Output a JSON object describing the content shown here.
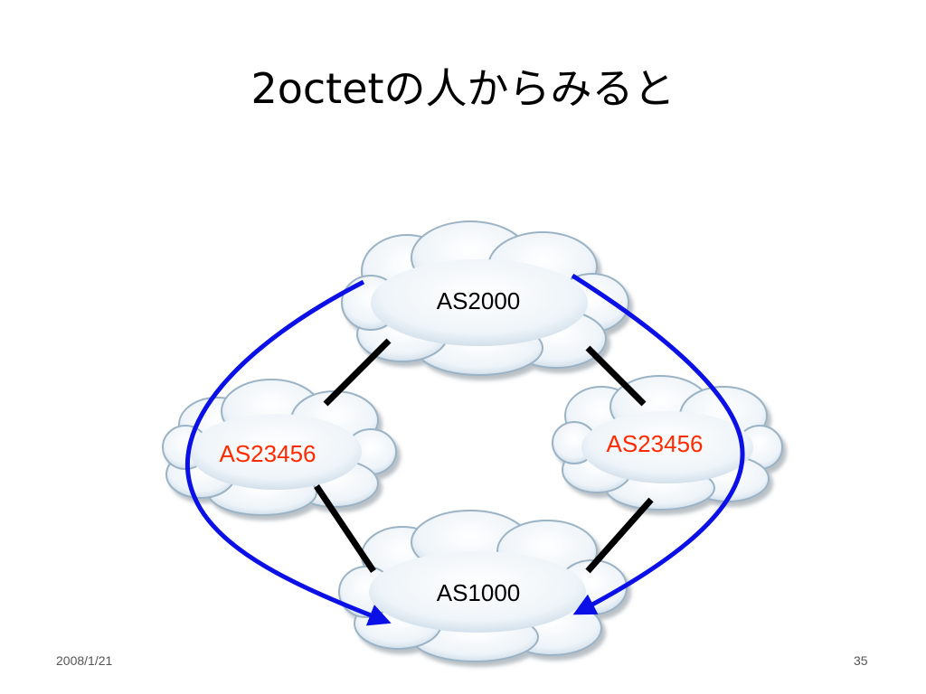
{
  "slide": {
    "title": "2octetの人からみると",
    "date": "2008/1/21",
    "page_number": "35"
  },
  "diagram": {
    "nodes": {
      "top": {
        "label": "AS2000",
        "color": "#000000"
      },
      "left": {
        "label": "AS23456",
        "color": "#ff2a00"
      },
      "right": {
        "label": "AS23456",
        "color": "#ff2a00"
      },
      "bottom": {
        "label": "AS1000",
        "color": "#000000"
      }
    },
    "colors": {
      "path_arrow": "#0a10e6",
      "link": "#000000",
      "cloud_fill": "#e8f1f7",
      "cloud_edge": "#9bb3c4"
    }
  }
}
